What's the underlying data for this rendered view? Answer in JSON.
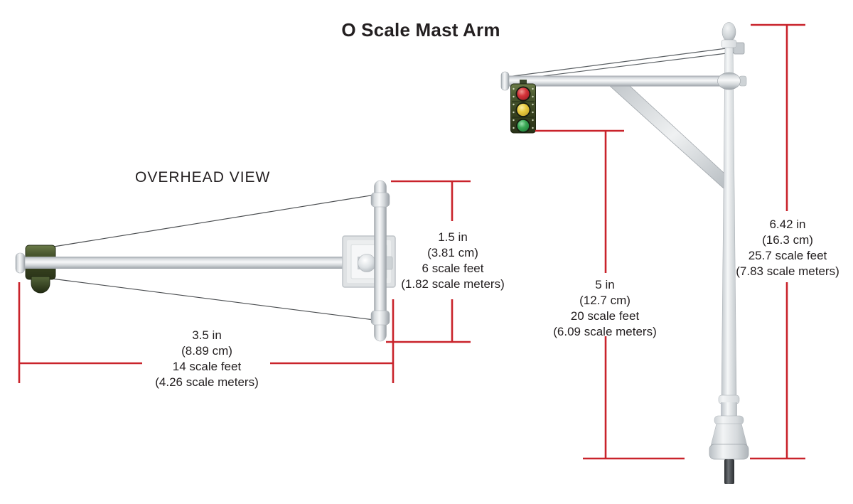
{
  "title": "O Scale Mast Arm",
  "overhead_view_label": "OVERHEAD VIEW",
  "dimensions": {
    "crossbar_width": {
      "lines": [
        "1.5 in",
        "(3.81 cm)",
        "6 scale feet",
        "(1.82 scale meters)"
      ]
    },
    "arm_length": {
      "lines": [
        "3.5 in",
        "(8.89 cm)",
        "14 scale feet",
        "(4.26 scale meters)"
      ]
    },
    "signal_height": {
      "lines": [
        "5 in",
        "(12.7 cm)",
        "20 scale feet",
        "(6.09 scale meters)"
      ]
    },
    "overall_height": {
      "lines": [
        "6.42 in",
        "(16.3 cm)",
        "25.7 scale feet",
        "(7.83 scale meters)"
      ]
    }
  },
  "colors": {
    "dimension_line": "#c9232b",
    "text": "#231f20",
    "signal_red": "#d5343a",
    "signal_yellow": "#e9ca3e",
    "signal_green": "#3aa855",
    "signal_housing": "#37421f"
  }
}
